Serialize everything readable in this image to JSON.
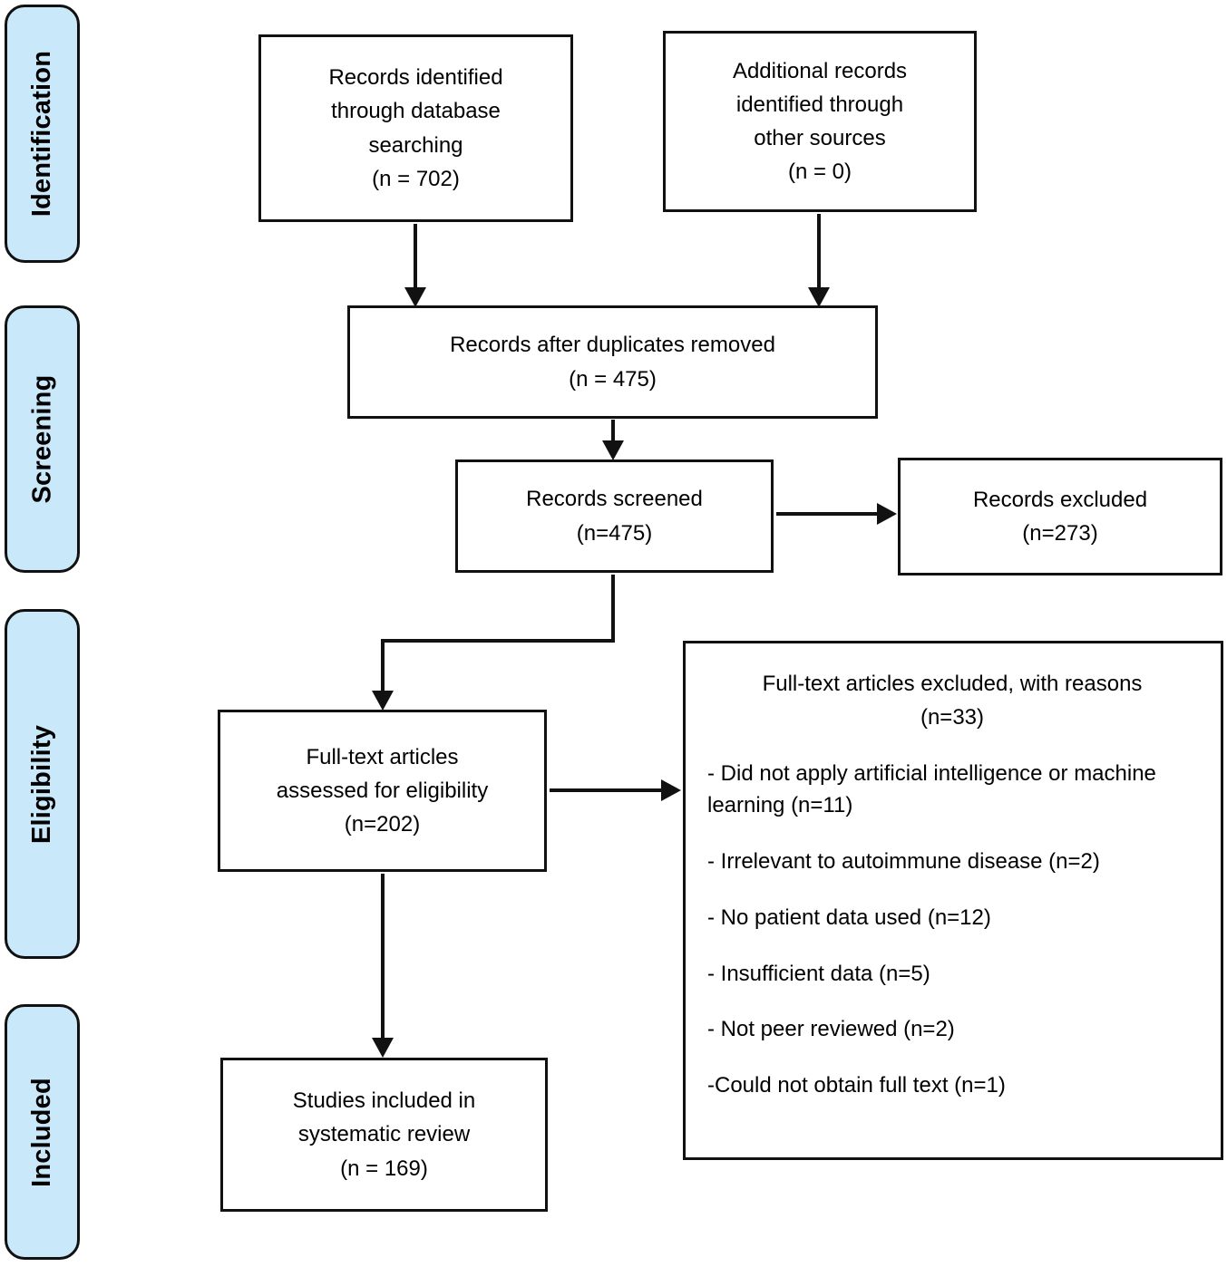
{
  "colors": {
    "sidebar_fill": "#c9e8fa",
    "line": "#111111",
    "box_fill": "#ffffff"
  },
  "sidebar": {
    "stages": [
      {
        "label": "Identification"
      },
      {
        "label": "Screening"
      },
      {
        "label": "Eligibility"
      },
      {
        "label": "Included"
      }
    ]
  },
  "flow": {
    "records_identified": "Records identified\nthrough database\nsearching\n(n = 702)",
    "additional_records": "Additional records\nidentified through\nother sources\n(n = 0)",
    "duplicates_removed": "Records after duplicates removed\n(n = 475)",
    "records_screened": "Records screened\n(n=475)",
    "records_excluded": "Records excluded\n(n=273)",
    "fulltext_assessed": "Full-text articles\nassessed for eligibility\n(n=202)",
    "studies_included": "Studies included in\nsystematic review\n(n = 169)",
    "fulltext_excluded": {
      "title": "Full-text articles excluded, with reasons\n(n=33)",
      "reasons": [
        "- Did not apply artificial intelligence or machine learning (n=11)",
        "- Irrelevant to autoimmune disease (n=2)",
        "- No patient data used (n=12)",
        "- Insufficient data (n=5)",
        "- Not peer reviewed (n=2)",
        "-Could not obtain full text (n=1)"
      ]
    }
  }
}
